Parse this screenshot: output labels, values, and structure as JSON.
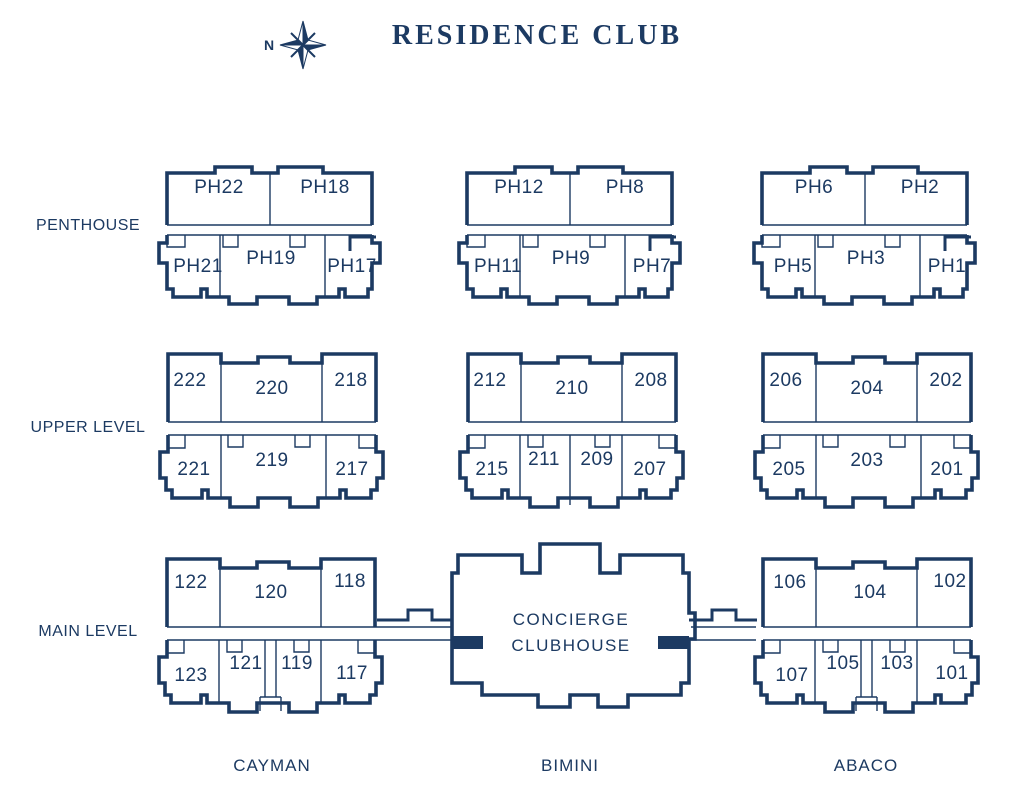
{
  "title": "RESIDENCE CLUB",
  "compass": {
    "north_label": "N"
  },
  "colors": {
    "navy": "#1c3a62",
    "background": "#ffffff"
  },
  "level_labels": {
    "penthouse": "PENTHOUSE",
    "upper": "UPPER LEVEL",
    "main": "MAIN LEVEL"
  },
  "building_labels": {
    "cayman": "CAYMAN",
    "bimini": "BIMINI",
    "abaco": "ABACO"
  },
  "clubhouse": {
    "line1": "CONCIERGE",
    "line2": "CLUBHOUSE"
  },
  "units": {
    "cayman_penthouse": {
      "top": [
        "PH22",
        "PH18"
      ],
      "bottom": [
        "PH21",
        "PH19",
        "PH17"
      ]
    },
    "bimini_penthouse": {
      "top": [
        "PH12",
        "PH8"
      ],
      "bottom": [
        "PH11",
        "PH9",
        "PH7"
      ]
    },
    "abaco_penthouse": {
      "top": [
        "PH6",
        "PH2"
      ],
      "bottom": [
        "PH5",
        "PH3",
        "PH1"
      ]
    },
    "cayman_upper": {
      "top": [
        "222",
        "220",
        "218"
      ],
      "bottom": [
        "221",
        "219",
        "217"
      ]
    },
    "bimini_upper": {
      "top": [
        "212",
        "210",
        "208"
      ],
      "bottom": [
        "215",
        "211",
        "209",
        "207"
      ]
    },
    "abaco_upper": {
      "top": [
        "206",
        "204",
        "202"
      ],
      "bottom": [
        "205",
        "203",
        "201"
      ]
    },
    "cayman_main": {
      "top": [
        "122",
        "120",
        "118"
      ],
      "bottom": [
        "123",
        "121",
        "119",
        "117"
      ]
    },
    "abaco_main": {
      "top": [
        "106",
        "104",
        "102"
      ],
      "bottom": [
        "107",
        "105",
        "103",
        "101"
      ]
    }
  }
}
